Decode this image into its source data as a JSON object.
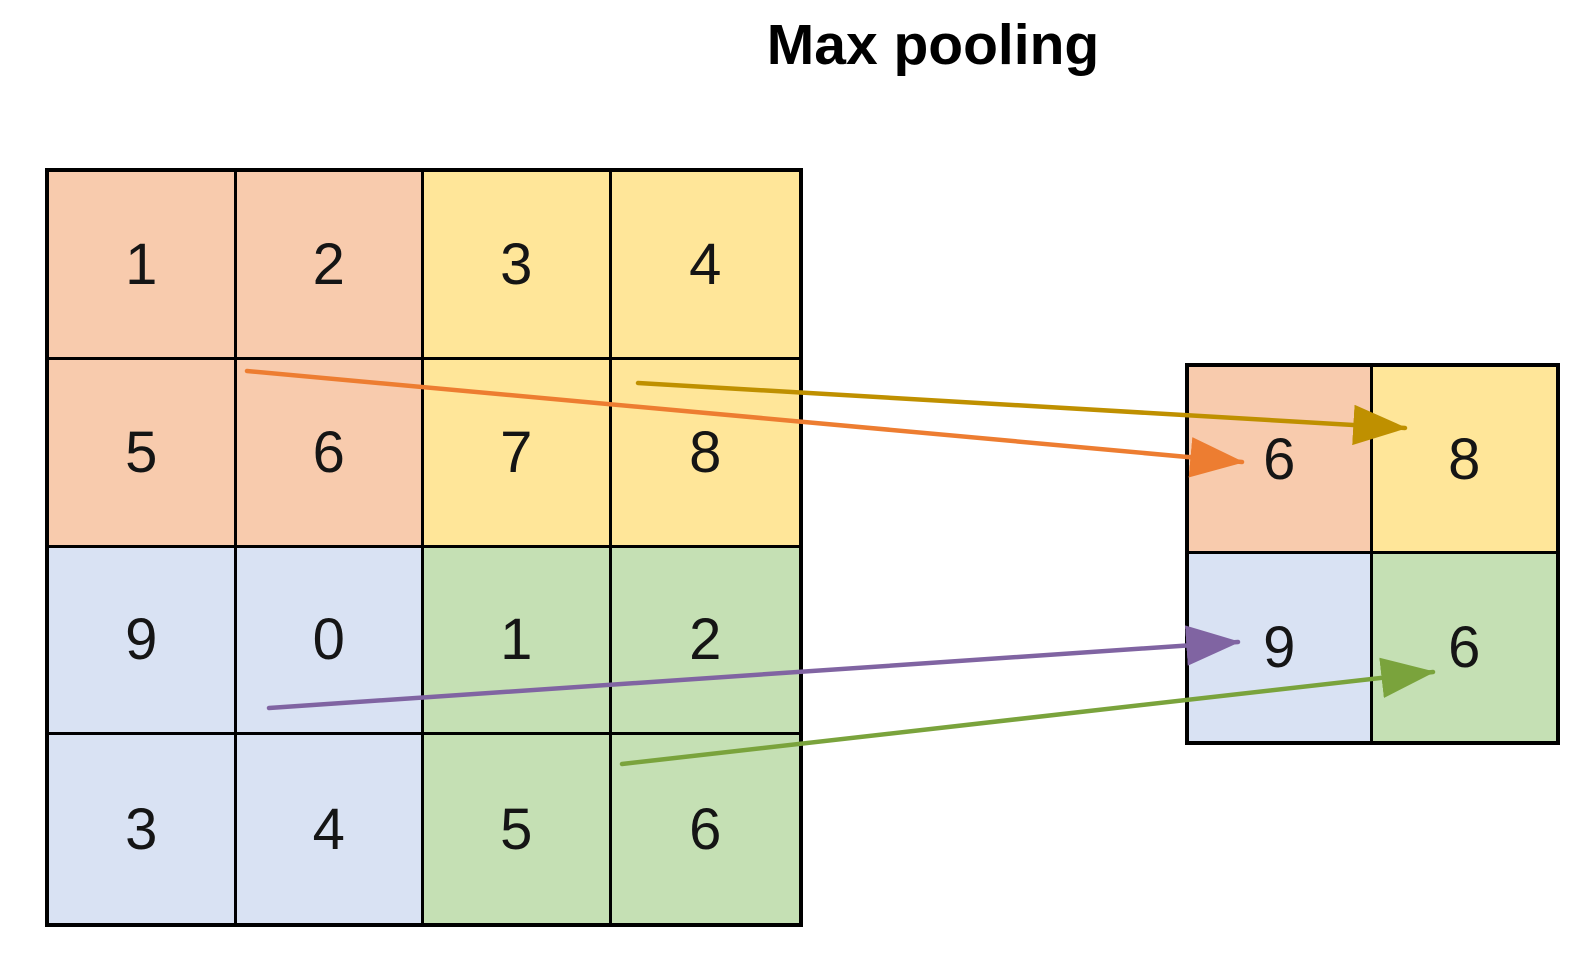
{
  "title": "Max pooling",
  "input_grid": {
    "rows": [
      [
        1,
        2,
        3,
        4
      ],
      [
        5,
        6,
        7,
        8
      ],
      [
        9,
        0,
        1,
        2
      ],
      [
        3,
        4,
        5,
        6
      ]
    ]
  },
  "output_grid": {
    "rows": [
      [
        6,
        8
      ],
      [
        9,
        6
      ]
    ]
  },
  "colors": {
    "region_orange": "#F8CBAD",
    "region_yellow": "#FFE699",
    "region_blue": "#D9E2F3",
    "region_green": "#C5E0B4",
    "arrow_orange": "#ED7D31",
    "arrow_gold": "#BF9000",
    "arrow_purple": "#8064A2",
    "arrow_green": "#7AA33C",
    "grid_border": "#000000"
  },
  "arrows": [
    {
      "name": "arrow-orange-pool-max",
      "color": "#ED7D31"
    },
    {
      "name": "arrow-gold-pool-max",
      "color": "#BF9000"
    },
    {
      "name": "arrow-purple-pool-max",
      "color": "#8064A2"
    },
    {
      "name": "arrow-green-pool-max",
      "color": "#7AA33C"
    }
  ]
}
